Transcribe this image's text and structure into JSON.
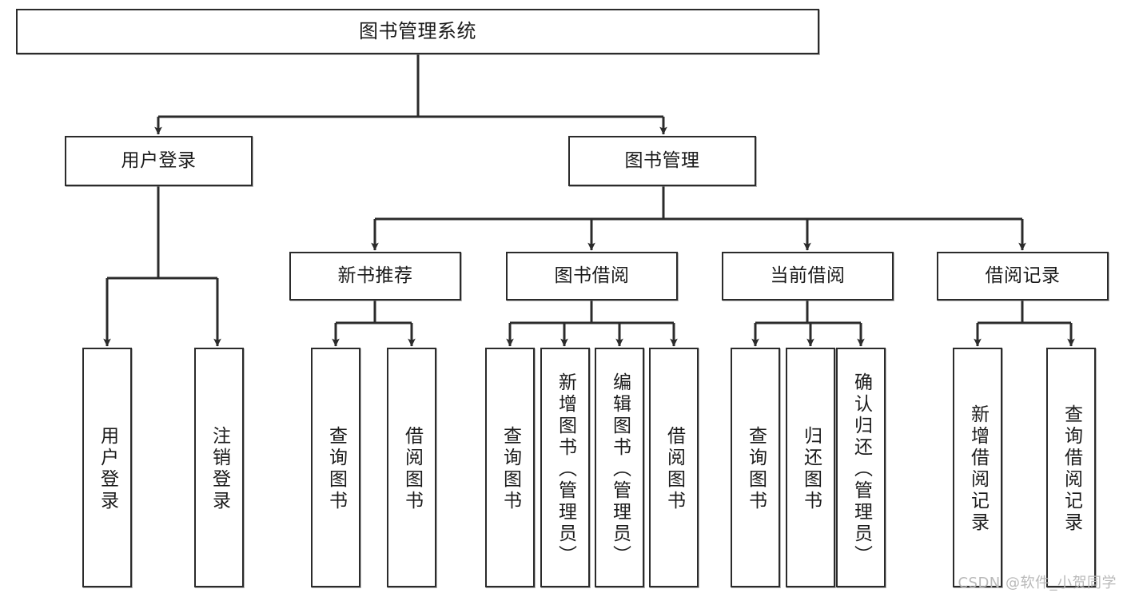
{
  "diagram": {
    "title": "图书管理系统",
    "type": "tree",
    "stroke_color": "#2b2b2b",
    "fill_color": "#ffffff",
    "text_color": "#1b1b1b",
    "watermark": "CSDN @软件_小贺同学"
  },
  "nodes": {
    "root": {
      "label": "图书管理系统"
    },
    "level2": [
      {
        "label": "用户登录"
      },
      {
        "label": "图书管理"
      }
    ],
    "level3": [
      {
        "label": "新书推荐"
      },
      {
        "label": "图书借阅"
      },
      {
        "label": "当前借阅"
      },
      {
        "label": "借阅记录"
      }
    ],
    "leaves_user_login": [
      {
        "label": "用户登录"
      },
      {
        "label": "注销登录"
      }
    ],
    "leaves_new_book": [
      {
        "label": "查询图书"
      },
      {
        "label": "借阅图书"
      }
    ],
    "leaves_borrow": [
      {
        "label": "查询图书"
      },
      {
        "label": "新增图书（管理员）"
      },
      {
        "label": "编辑图书（管理员）"
      },
      {
        "label": "借阅图书"
      }
    ],
    "leaves_current": [
      {
        "label": "查询图书"
      },
      {
        "label": "归还图书"
      },
      {
        "label": "确认归还（管理员）"
      }
    ],
    "leaves_records": [
      {
        "label": "新增借阅记录"
      },
      {
        "label": "查询借阅记录"
      }
    ]
  }
}
